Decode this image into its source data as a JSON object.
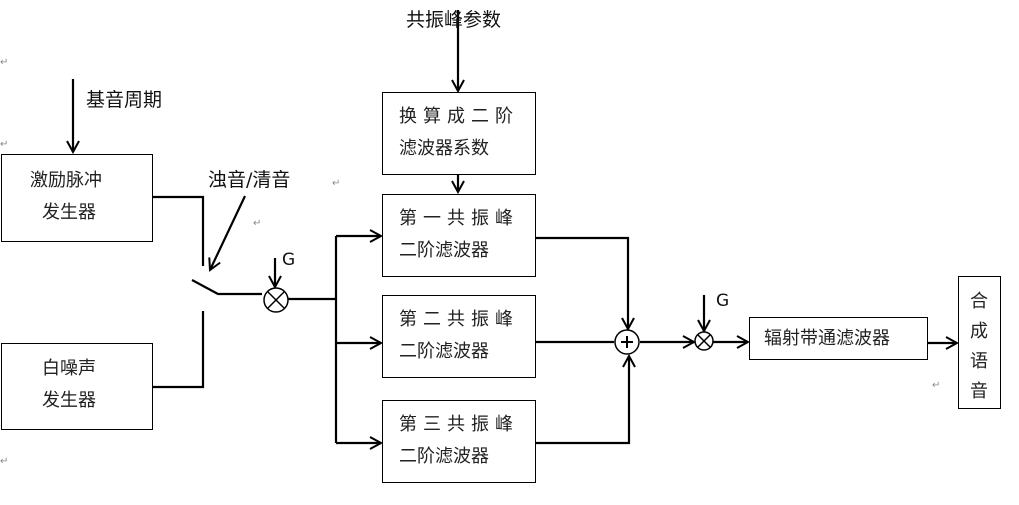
{
  "diagram": {
    "inputs": {
      "pitch_period": "基音周期",
      "formant_params": "共振峰参数",
      "voiced_unvoiced": "浊音/清音",
      "gain_1": "G",
      "gain_2": "G"
    },
    "blocks": {
      "pulse_generator": [
        "激励脉冲",
        "发生器"
      ],
      "noise_generator": [
        "白噪声",
        "发生器"
      ],
      "coef_converter": [
        "换算成二阶",
        "滤波器系数"
      ],
      "formant_filter_1": [
        "第一共振峰",
        "二阶滤波器"
      ],
      "formant_filter_2": [
        "第二共振峰",
        "二阶滤波器"
      ],
      "formant_filter_3": [
        "第三共振峰",
        "二阶滤波器"
      ],
      "radiation_filter": "辐射带通滤波器",
      "output": [
        "合",
        "成",
        "语",
        "音"
      ]
    },
    "operators": {
      "multiply": "⊗",
      "sum": "+"
    },
    "paragraph_mark": "↵"
  }
}
